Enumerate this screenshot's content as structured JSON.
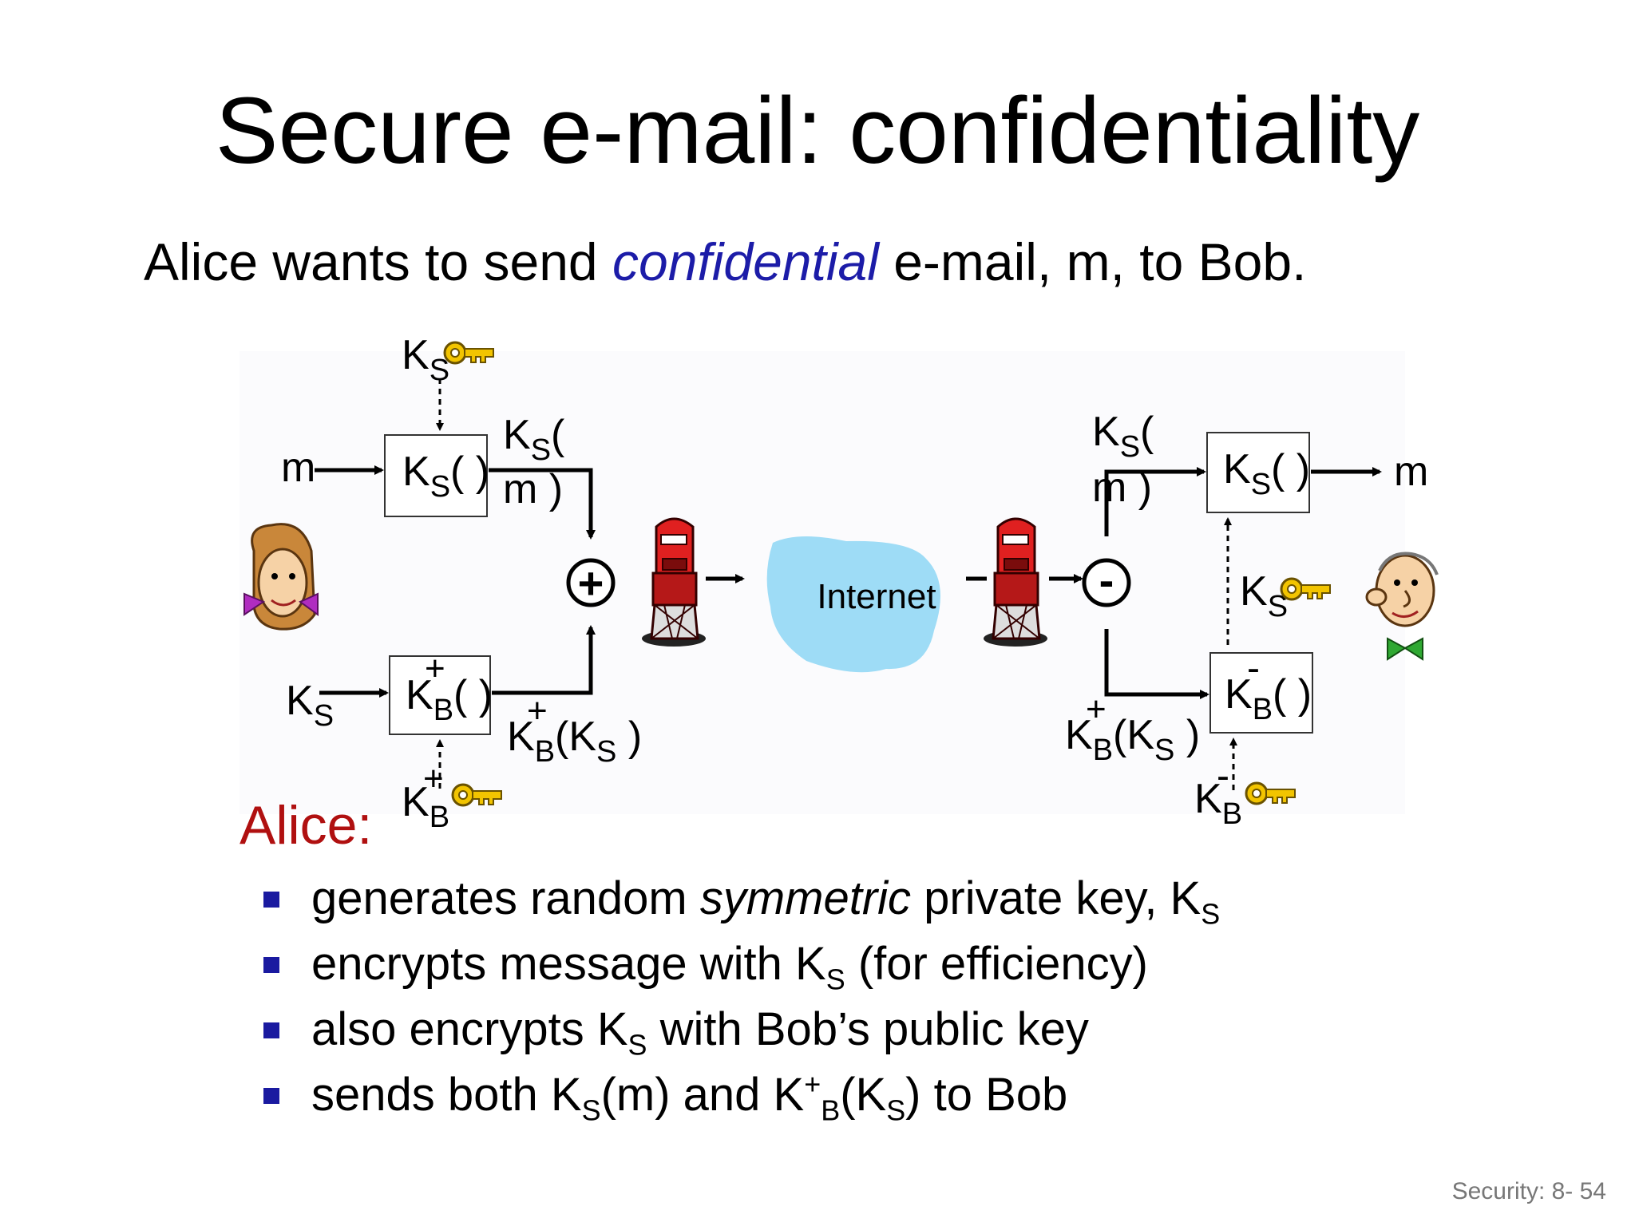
{
  "slide": {
    "title": "Secure e-mail: confidentiality",
    "subtitle": {
      "before": "Alice wants to send ",
      "emphasis": "confidential",
      "after": " e-mail, m, to Bob."
    },
    "footer": "Security: 8- 54"
  },
  "diagram": {
    "internet_label": "Internet",
    "sender_side": {
      "key_ks": "K",
      "key_ks_sub": "S",
      "input_m": "m",
      "box_encrypt_m": "K",
      "box_encrypt_m_sub": "S",
      "box_encrypt_m_paren": "( )",
      "output_ks_m_line1": "K",
      "output_ks_m_line1_sub": "S",
      "output_ks_m_line1_paren": "(",
      "output_ks_m_line2": "m )",
      "input_ks": "K",
      "input_ks_sub": "S",
      "box_encrypt_ks": "K",
      "box_encrypt_ks_sub": "B",
      "box_encrypt_ks_sup": "+",
      "box_encrypt_ks_paren": "( )",
      "output_kb_ks": "K",
      "output_kb_ks_sub": "B",
      "output_kb_ks_sup": "+",
      "output_kb_ks_arg": "(K",
      "output_kb_ks_arg_sub": "S",
      "output_kb_ks_close": " )",
      "key_kb_plus": "K",
      "key_kb_plus_sub": "B",
      "key_kb_plus_sup": "+",
      "combine_symbol": "+"
    },
    "receiver_side": {
      "split_symbol": "-",
      "input_ks_m_line1": "K",
      "input_ks_m_line1_sub": "S",
      "input_ks_m_line1_paren": "(",
      "input_ks_m_line2": "m )",
      "box_decrypt_m": "K",
      "box_decrypt_m_sub": "S",
      "box_decrypt_m_paren": "( )",
      "output_m": "m",
      "key_ks": "K",
      "key_ks_sub": "S",
      "input_kb_ks": "K",
      "input_kb_ks_sub": "B",
      "input_kb_ks_sup": "+",
      "input_kb_ks_arg": "(K",
      "input_kb_ks_arg_sub": "S",
      "input_kb_ks_close": " )",
      "box_decrypt_ks": "K",
      "box_decrypt_ks_sub": "B",
      "box_decrypt_ks_sup": "-",
      "box_decrypt_ks_paren": "( )",
      "key_kb_minus": "K",
      "key_kb_minus_sub": "B",
      "key_kb_minus_sup": "-"
    },
    "icons": [
      "alice-icon",
      "bob-icon",
      "mailbox-icon",
      "key-icon",
      "internet-cloud-icon"
    ],
    "colors": {
      "cloud": "#9edcf6",
      "mailbox": "#e02020",
      "key": "#f2c400"
    }
  },
  "alice_section": {
    "label": "Alice:",
    "bullets": [
      {
        "pre": "generates random ",
        "ital": "symmetric",
        "post": " private key, K",
        "sub": "S"
      },
      {
        "pre": "encrypts message with K",
        "sub": "S",
        "post": " (for efficiency)"
      },
      {
        "pre": "also encrypts K",
        "sub": "S",
        "post": " with Bob’s public key"
      },
      {
        "pre": "sends both K",
        "sub1": "S",
        "mid1": "(m) and K",
        "sup2": "+",
        "sub2": "B",
        "mid2": "(K",
        "sub3": "S",
        "post": ") to Bob"
      }
    ]
  }
}
